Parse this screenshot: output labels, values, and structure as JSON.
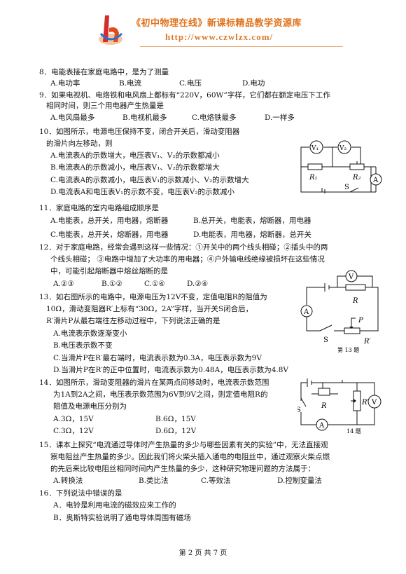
{
  "header": {
    "title": "《初中物理在线》新课标精品教学资源库",
    "url": "http://www.czwlzx.com/"
  },
  "questions": [
    {
      "id": "q8",
      "text": "8．电能表接在家庭电路中，是为了测量",
      "options": [
        "A.电功率",
        "B.电流",
        "C.电压",
        "D.电功"
      ]
    },
    {
      "id": "q9",
      "lines": [
        "9．如果电视机、电烙铁和电风扇上都标有“220V，60W”字样，它们都在额定电压下工作",
        "相同时间，则三个用电器产生热量是"
      ],
      "options": [
        "A.电风扇最多",
        "B.电视机最多",
        "C.电烙铁最多",
        "D.一样多"
      ]
    },
    {
      "id": "q10",
      "lines": [
        "10．如图所示，电源电压保持不变，闭合开关后，滑动变阻器",
        "的滑片向左移动，则"
      ],
      "options": [
        "A.电流表A的示数增大，电压表V₁、V₂的示数都减小",
        "B.电流表A的示数减小，电压表V₁、V₂的示数都增大",
        "C.电流表A的示数减小，电压表V₁的示数减小、V₂的示数增大",
        "D.电流表A和电压表V₁的示数不变，电压表V₂的示数减小"
      ]
    },
    {
      "id": "q11",
      "text": "11．家庭电路的室内电路组成顺序是",
      "options": [
        "A.电能表，总开关，用电器，熔断器",
        "B.总开关，电能表，熔断器，用电器",
        "C.电能表，总开关，熔断器，用电器",
        "D.电能表，用电器，熔断器，总开关"
      ]
    },
    {
      "id": "q12",
      "lines": [
        "12．对于家庭电路，经常会遇到这样一些情况：①开关中的两个线头相碰；②插头中的两",
        "个线头相碰；  ③电路中增加了大功率的用电器；④户外输电线绝缘被损坏在这些情况",
        "中，可能引起熔断器中熔丝熔断的是"
      ],
      "options": [
        "A.②③",
        "B.①②",
        "C.①④",
        "D.②④"
      ]
    },
    {
      "id": "q13",
      "lines": [
        "13．如右图所示的电路中，电源电压为12V不变，定值电阻R的阻值为",
        "10Ω，滑动变阻器R′上标有“30Ω，2A”字样，当开关S闭合后，",
        "R′滑片P从最右端往左移动过程中，下列说法正确的是"
      ],
      "options": [
        "A.电流表示数逐渐变小",
        "B.电压表示数不变",
        "C.当滑片P在R′最右端时，电流表示数为0.3A，电压表示数为9V",
        "D.当滑片P在R′的正中位置时，电流表示数为0.48A，电压表示数为4.8V"
      ]
    },
    {
      "id": "q14",
      "lines": [
        "14．如图所示，滑动变阻器的滑片在某两点间移动时，电流表示数范围",
        "为1A到2A之间，电压表示数范围为6V到9V之间，则定值电阻R的",
        "阻值及电源电压分别为"
      ],
      "options": [
        "A.3Ω，15V",
        "B.6Ω，15V",
        "C.3Ω，12V",
        "D.6Ω，12V"
      ]
    },
    {
      "id": "q15",
      "lines": [
        "15．课本上探究“电流通过导体时产生热量的多少与哪些因素有关的实验”中，无法直接观",
        "察电阻丝产生热量的多少。因此我们将火柴头插入通电的电阻丝中，通过观察火柴点燃",
        "的先后来比较电阻丝相同时间内产生热量的多少，这种研究物理问题的方法属于："
      ],
      "options": [
        "A.转换法",
        "B.类比法",
        "C.等效法",
        "D.控制变量法"
      ]
    },
    {
      "id": "q16",
      "text": "16．下列说法中错误的是",
      "options": [
        "A．电铃是利用电流的磁效应来工作的",
        "B．奥斯特实验说明了通电导体周围有磁场"
      ]
    }
  ],
  "figures": {
    "fig10": {
      "v1": "V₁",
      "v2": "V₂",
      "r1": "R₁",
      "r2": "R₂",
      "a": "A",
      "s": "S"
    },
    "fig13": {
      "v": "V",
      "a": "A",
      "r": "R",
      "s": "S",
      "p": "P",
      "rp": "R′",
      "caption": "第 13 题"
    },
    "fig14": {
      "r": "R",
      "rp": "R′",
      "s": "S",
      "a": "A",
      "v": "V",
      "caption": "14 题"
    }
  },
  "footer": "第 2 页 共 7 页"
}
